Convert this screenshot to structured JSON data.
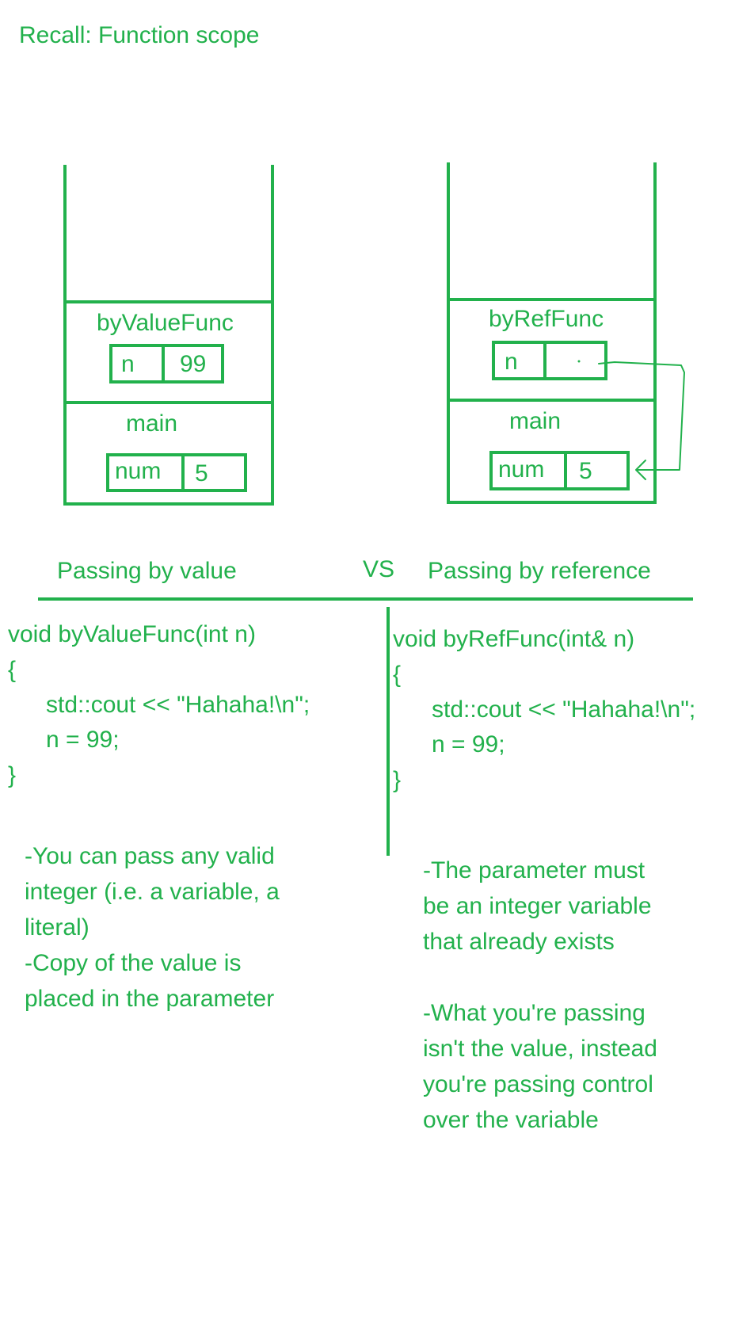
{
  "heading": "Recall: Function scope",
  "left_stack": {
    "frame_top": {
      "name": "byValueFunc",
      "var_name": "n",
      "var_value": "99"
    },
    "frame_bottom": {
      "name": "main",
      "var_name": "num",
      "var_value": "5"
    }
  },
  "right_stack": {
    "frame_top": {
      "name": "byRefFunc",
      "var_name": "n",
      "var_value": ""
    },
    "frame_bottom": {
      "name": "main",
      "var_name": "num",
      "var_value": "5"
    }
  },
  "comparison": {
    "left_title": "Passing by value",
    "vs": "VS",
    "right_title": "Passing by reference"
  },
  "left_code": [
    "void byValueFunc(int n)",
    "{",
    "std::cout << \"Hahaha!\\n\";",
    "n = 99;",
    "}"
  ],
  "right_code": [
    "void byRefFunc(int& n)",
    "{",
    "std::cout << \"Hahaha!\\n\";",
    "n = 99;",
    "}"
  ],
  "left_notes": [
    "-You can pass any valid",
    "integer (i.e. a variable, a",
    "literal)",
    "-Copy of the value is",
    "placed in the parameter"
  ],
  "right_notes": [
    "-The parameter must",
    "be an integer variable",
    "that already exists",
    "",
    "-What you're passing",
    "isn't the value, instead",
    "you're passing control",
    "over the variable"
  ],
  "colors": {
    "ink": "#22b14c",
    "background": "#ffffff"
  }
}
